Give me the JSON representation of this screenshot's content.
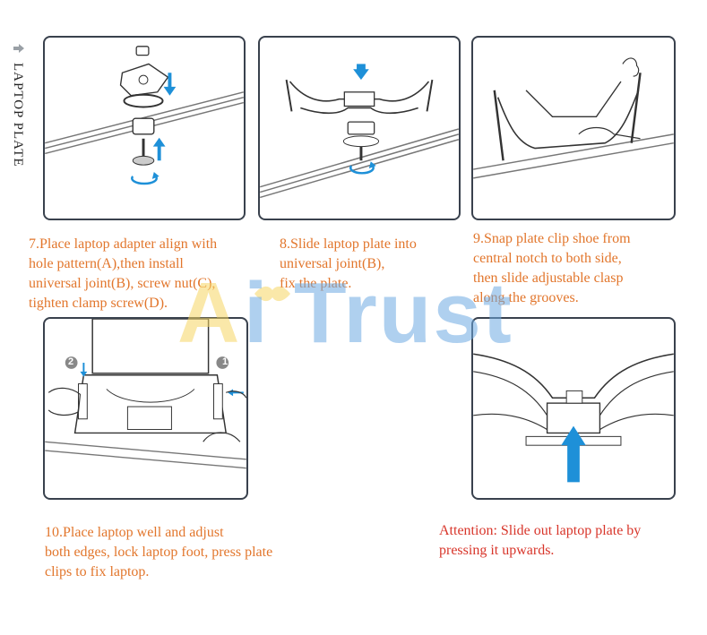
{
  "side_title": "LAPTOP PLATE",
  "watermark": {
    "brand_a": "A",
    "brand_i": "i",
    "brand_rest": "Trust"
  },
  "steps": {
    "step7": "7.Place laptop adapter align with\nhole pattern(A),then install\nuniversal joint(B), screw nut(C),\ntighten clamp screw(D).",
    "step8": "8.Slide laptop plate into\nuniversal joint(B),\nfix the plate.",
    "step9": "9.Snap plate clip shoe from\ncentral notch to both side,\nthen slide adjustable clasp\nalong the grooves.",
    "step10": "10.Place laptop well and adjust\nboth edges, lock laptop foot, press plate\nclips to fix laptop.",
    "attention": "Attention: Slide out laptop plate by\npressing it upwards."
  },
  "markers": {
    "left": "2",
    "right": "1"
  },
  "colors": {
    "caption_orange": "#e2762c",
    "attention_red": "#d8352a",
    "arrow_blue": "#1e90d8",
    "frame": "#39414d"
  },
  "icons": [
    "arrow-right-icon",
    "down-arrow-icon",
    "up-arrow-icon",
    "rotate-icon"
  ]
}
